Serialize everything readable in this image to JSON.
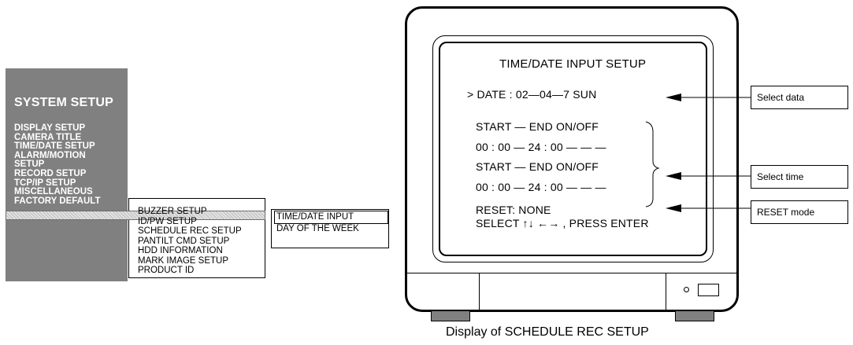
{
  "system_menu": {
    "title": "SYSTEM SETUP",
    "items": [
      "DISPLAY SETUP",
      "CAMERA TITLE",
      "TIME/DATE SETUP",
      "ALARM/MOTION",
      "SETUP",
      "RECORD SETUP",
      "TCP/IP SETUP",
      "MISCELLANEOUS",
      "FACTORY DEFAULT"
    ],
    "selected": "MISCELLANEOUS"
  },
  "misc_menu": {
    "items": [
      "BUZZER SETUP",
      "ID/PW SETUP",
      "SCHEDULE REC SETUP",
      "PANTILT CMD SETUP",
      "HDD INFORMATION",
      "MARK IMAGE SETUP",
      "PRODUCT ID"
    ],
    "selected": "SCHEDULE REC SETUP"
  },
  "schedule_menu": {
    "items": [
      "TIME/DATE INPUT",
      "DAY OF THE WEEK"
    ],
    "selected": "TIME/DATE INPUT"
  },
  "screen": {
    "title": "TIME/DATE INPUT SETUP",
    "date_line": "> DATE :  02—04—7   SUN",
    "header1": "START  —  END        ON/OFF",
    "time1": "00 : 00  —  24 : 00       — — —",
    "header2": "START  —  END        ON/OFF",
    "time2": "00 : 00  —  24 : 00       — — —",
    "reset": "RESET:  NONE",
    "select": "SELECT  ↑↓  ←→ ,   PRESS  ENTER"
  },
  "callouts": {
    "select_data": "Select data",
    "select_time": "Select time",
    "reset_mode": "RESET mode"
  },
  "caption": "Display of SCHEDULE REC SETUP"
}
